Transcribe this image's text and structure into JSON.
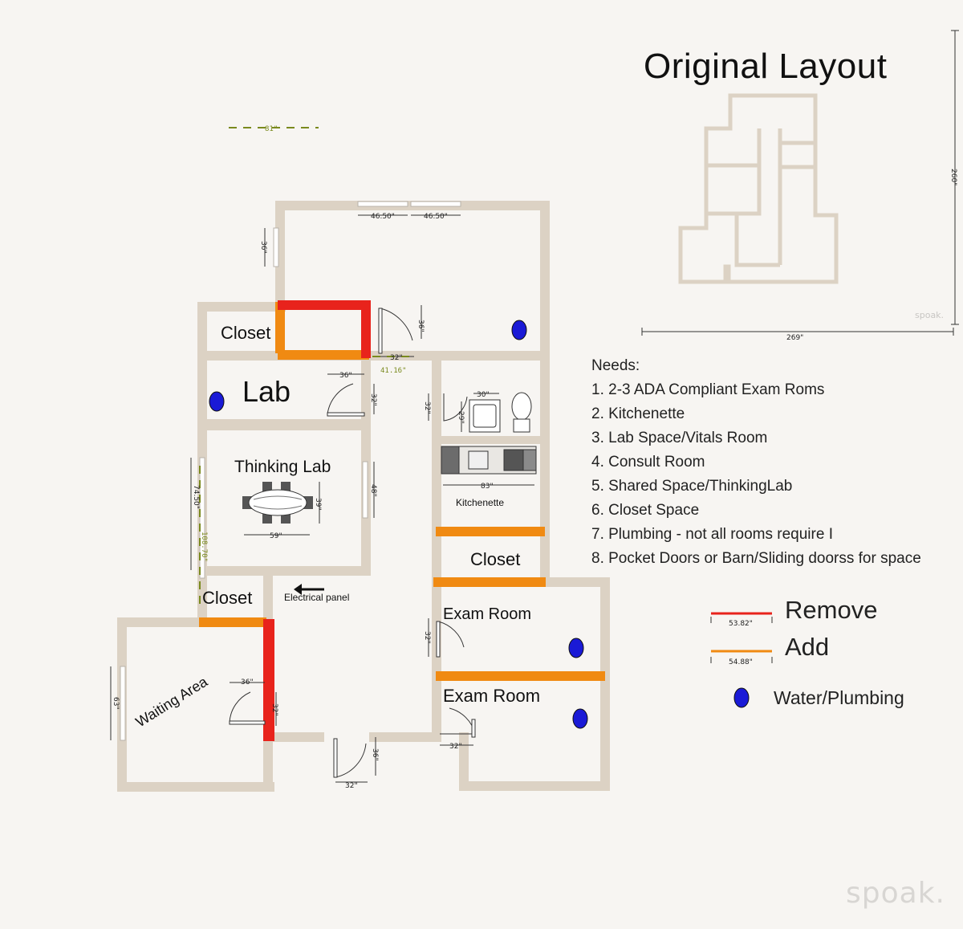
{
  "title": "Original Layout",
  "rooms": {
    "closet_top": "Closet",
    "lab": "Lab",
    "thinking_lab": "Thinking Lab",
    "closet_left": "Closet",
    "waiting_area": "Waiting Area",
    "kitchenette": "Kitchenette",
    "closet_right": "Closet",
    "exam_room_1": "Exam Room",
    "exam_room_2": "Exam Room",
    "electrical_panel": "Electrical panel"
  },
  "dimensions": {
    "top_window_left": "46.50\"",
    "top_window_right": "46.50\"",
    "left_window_top": "36\"",
    "door_main_36": "36\"",
    "door_main_32": "32\"",
    "green_41": "41.16\"",
    "green_81": "81\"",
    "lab_door_36": "36\"",
    "lab_door_32": "32\"",
    "thinking_window_48": "48\"",
    "thinking_left_74": "74.50\"",
    "green_108": "108.70\"",
    "table_39": "39\"",
    "table_59": "59\"",
    "bath_30": "30\"",
    "bath_29": "29\"",
    "bath_door_32": "32\"",
    "kitchen_83": "83\"",
    "exam1_door_32": "32\"",
    "exam2_door_32": "32\"",
    "entry_door_36": "36\"",
    "entry_door_32": "32\"",
    "waiting_door_36": "36\"",
    "waiting_door_32": "32\"",
    "waiting_window_63": "63\""
  },
  "minimap": {
    "width_label": "269\"",
    "height_label": "260\"",
    "watermark": "spoak."
  },
  "needs": {
    "heading": "Needs:",
    "items": [
      "1. 2-3 ADA Compliant Exam Roms",
      "2. Kitchenette",
      "3. Lab Space/Vitals Room",
      "4. Consult Room",
      "5. Shared Space/ThinkingLab",
      "6. Closet Space",
      "7. Plumbing - not all rooms  require I",
      "8. Pocket Doors or Barn/Sliding doorss for space"
    ]
  },
  "legend": {
    "remove_label": "Remove",
    "remove_dim": "53.82\"",
    "add_label": "Add",
    "add_dim": "54.88\"",
    "water_label": "Water/Plumbing"
  },
  "colors": {
    "wall": "#dcd2c4",
    "remove": "#e8231c",
    "add": "#f08a12",
    "water": "#1a1ad6",
    "dimension_green": "#7a8a1e"
  },
  "watermark": "spoak."
}
